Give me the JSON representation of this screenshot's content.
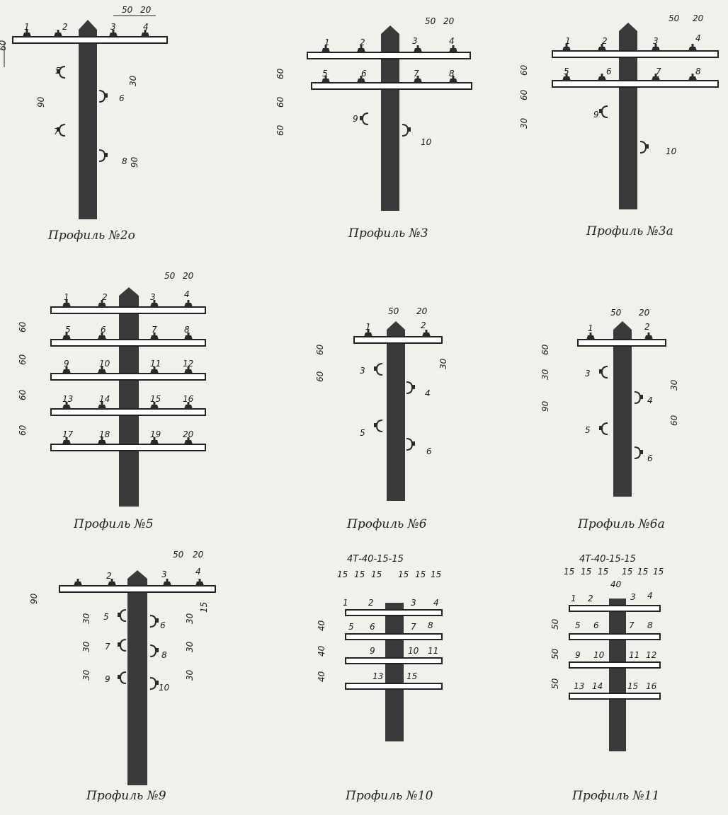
{
  "figures": [
    {
      "caption": "Профиль №2о"
    },
    {
      "caption": "Профиль №3"
    },
    {
      "caption": "Профиль №3а"
    },
    {
      "caption": "Профиль №5"
    },
    {
      "caption": "Профиль №6"
    },
    {
      "caption": "Профиль №6а"
    },
    {
      "caption": "Профиль №9"
    },
    {
      "caption": "Профиль №10",
      "header": "4Т-40-15-15"
    },
    {
      "caption": "Профиль №11",
      "header": "4Т-40-15-15"
    }
  ],
  "colors": {
    "paper": "#f1f0ea",
    "ink": "#1c1c1c",
    "pole": "#2a2a2a"
  }
}
